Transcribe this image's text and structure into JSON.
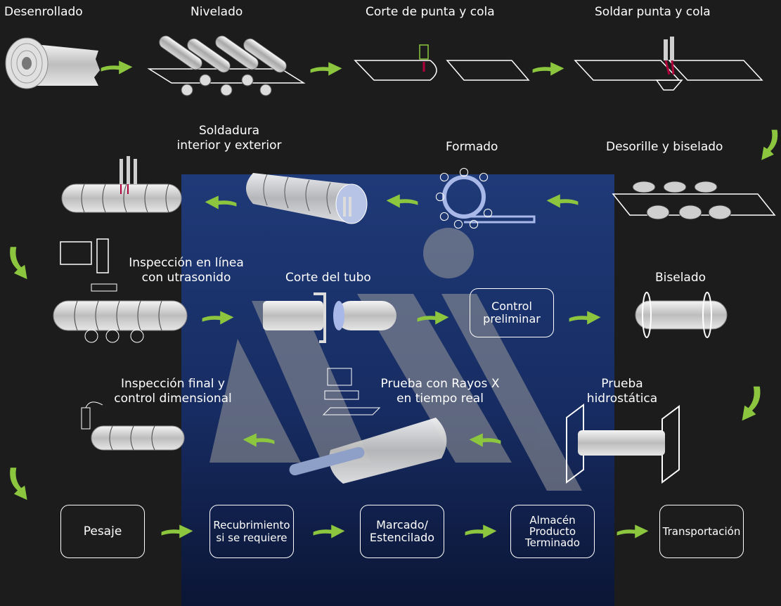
{
  "colors": {
    "background": "#1c1c1c",
    "panel": "#1f3a78",
    "arrow": "#8cc63f",
    "pipe": "#d9d9d9",
    "weld_accent": "#b0003a"
  },
  "steps": {
    "desenrollado": "Desenrollado",
    "nivelado": "Nivelado",
    "corte_punta_cola": "Corte de punta y cola",
    "soldar_punta_cola": "Soldar punta y cola",
    "soldadura_line1": "Soldadura",
    "soldadura_line2": "interior y exterior",
    "formado": "Formado",
    "desorille": "Desorille y biselado",
    "inspeccion_line1": "Inspección en línea",
    "inspeccion_line2": "con utrasonido",
    "corte_tubo": "Corte del tubo",
    "control_line1": "Control",
    "control_line2": "preliminar",
    "biselado": "Biselado",
    "final_line1": "Inspección final y",
    "final_line2": "control dimensional",
    "rayos_line1": "Prueba con Rayos X",
    "rayos_line2": "en tiempo real",
    "hidro_line1": "Prueba",
    "hidro_line2": "hidrostática",
    "pesaje": "Pesaje",
    "recubrimiento_line1": "Recubrimiento",
    "recubrimiento_line2": "si se requiere",
    "marcado_line1": "Marcado/",
    "marcado_line2": "Estencilado",
    "almacen_line1": "Almacén",
    "almacen_line2": "Producto",
    "almacen_line3": "Terminado",
    "transportacion": "Transportación"
  }
}
